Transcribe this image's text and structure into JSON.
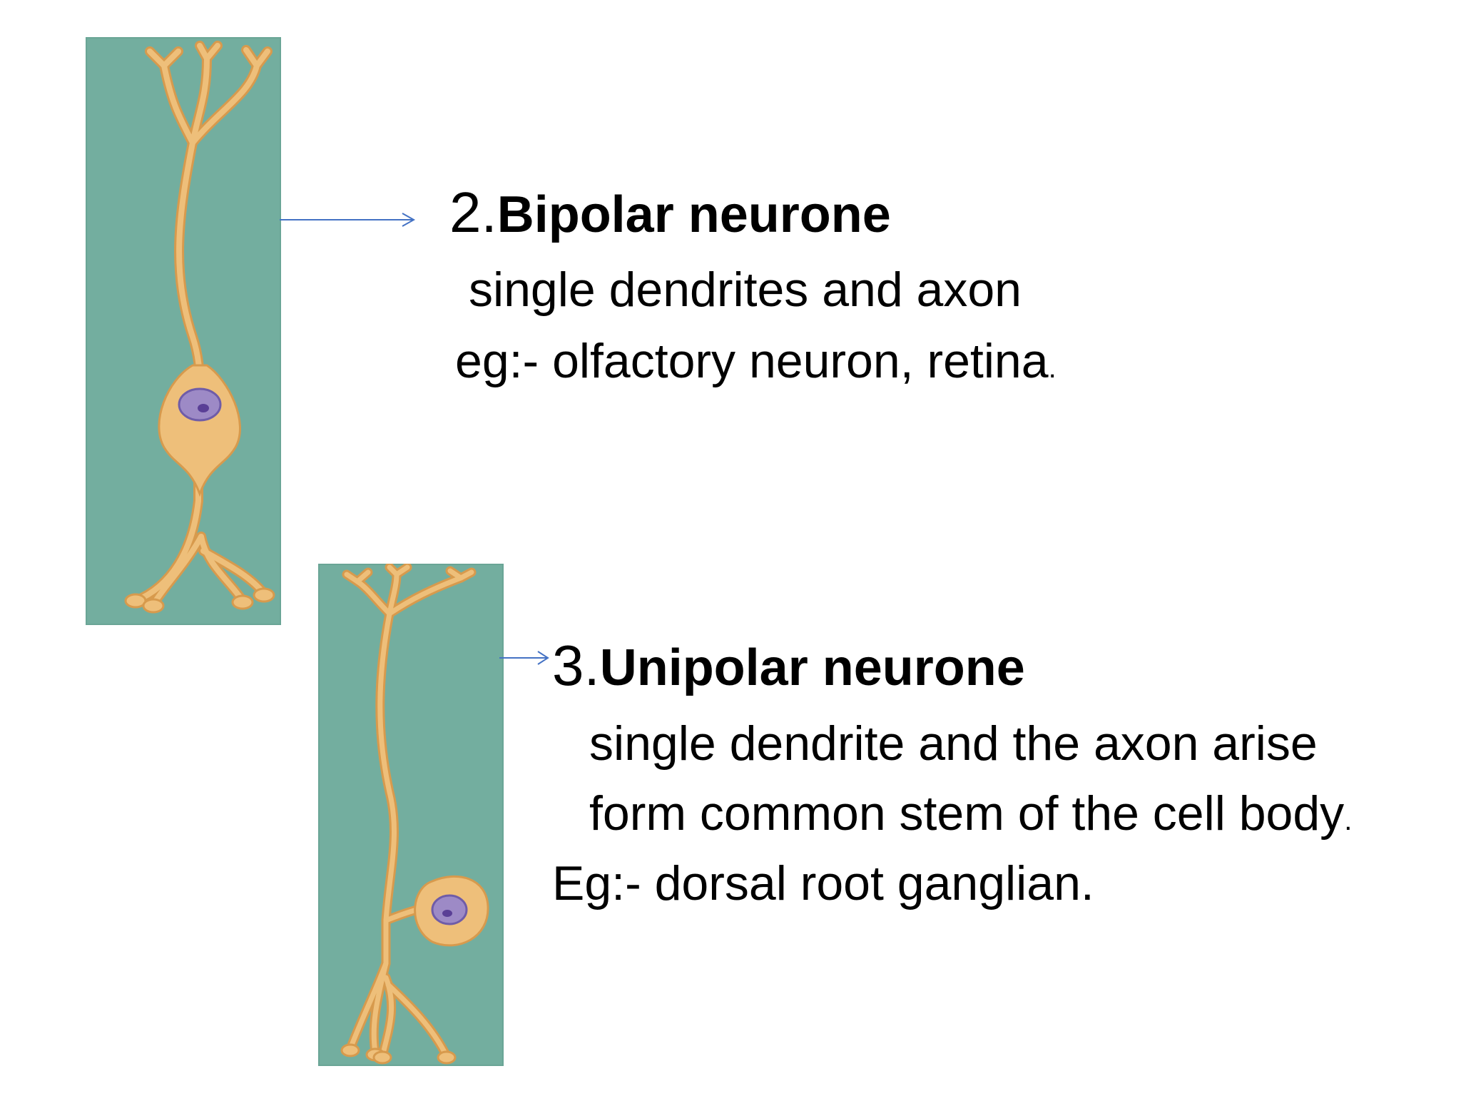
{
  "bipolar": {
    "number": "2.",
    "title": "Bipolar neurone",
    "lines": [
      "single dendrites and axon",
      "eg:- olfactory neuron, retina"
    ],
    "line2_tail": "."
  },
  "unipolar": {
    "number": "3.",
    "title": "Unipolar neurone",
    "lines": [
      "single dendrite and the axon arise",
      "form common stem of the cell body",
      "Eg:- dorsal root ganglian."
    ],
    "line2_tail": "."
  },
  "colors": {
    "panel": "#73ae9f",
    "neuron_fill": "#eebf7a",
    "neuron_stroke": "#d79a4d",
    "nucleus": "#9d8ac6",
    "nucleolus": "#5a3f96",
    "arrow": "#4472c4"
  }
}
